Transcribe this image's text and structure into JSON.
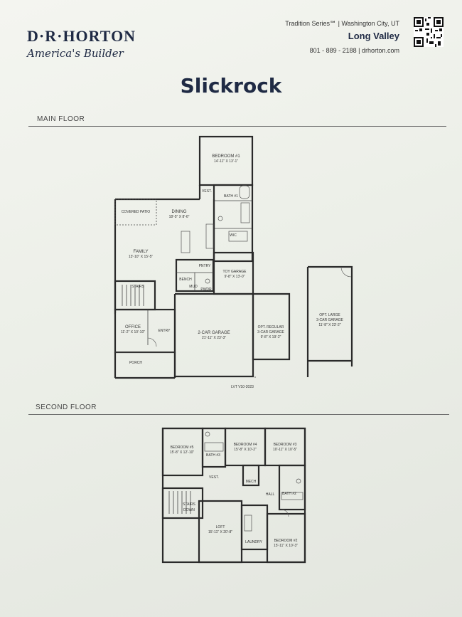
{
  "header": {
    "logo_name": "D·R·HORTON",
    "logo_tagline": "America's Builder",
    "series": "Tradition Series℠  |  Washington City, UT",
    "community": "Long Valley",
    "contact": "801 - 889 - 2188 | drhorton.com"
  },
  "plan_name": "Slickrock",
  "main_floor": {
    "label": "MAIN FLOOR",
    "rooms": {
      "bedroom1": {
        "name": "BEDROOM #1",
        "size": "14'-11\" X 13'-1\""
      },
      "vest": "VEST.",
      "bath1": "BATH #1",
      "covered_patio": "COVERED PATIO",
      "dining": {
        "name": "DINING",
        "size": "18'-5\" X 8'-6\""
      },
      "wic": "WIC",
      "family": {
        "name": "FAMILY",
        "size": "13'-10\" X 15'-5\""
      },
      "pntry": "PNTRY",
      "toy_garage": {
        "name": "TOY GARAGE",
        "size": "9'-8\" X 13'-0\""
      },
      "stairs": "STAIRS",
      "bench": "BENCH",
      "mud": "MUD",
      "pwdr": "PWDR",
      "office": {
        "name": "OFFICE",
        "size": "11'-2\" X 10'-10\""
      },
      "entry": "ENTRY",
      "garage2": {
        "name": "2-CAR GARAGE",
        "size": "21'-11\" X 23'-3\""
      },
      "opt_regular": {
        "name": "OPT. REGULAR",
        "name2": "3-CAR GARAGE",
        "size": "9'-8\" X 19'-2\""
      },
      "opt_large": {
        "name": "OPT. LARGE",
        "name2": "3-CAR GARAGE",
        "size": "11'-8\" X 23'-2\""
      },
      "porch": "PORCH"
    },
    "version": "LVT V10-2023"
  },
  "second_floor": {
    "label": "SECOND FLOOR",
    "rooms": {
      "bedroom5": {
        "name": "BEDROOM #5",
        "size": "15'-8\" X 12'-10\""
      },
      "bath3": "BATH #3",
      "bedroom4": {
        "name": "BEDROOM #4",
        "size": "15'-8\" X 10'-2\""
      },
      "bedroom3": {
        "name": "BEDROOM #3",
        "size": "10'-11\" X 10'-5\""
      },
      "vest": "VEST.",
      "mech": "MECH",
      "hall": "HALL",
      "bath2": "BATH #2",
      "stairs": "STAIRS",
      "down": "DOWN",
      "loft": {
        "name": "LOFT",
        "size": "15'-11\" X 20'-8\""
      },
      "laundry": "LAUNDRY",
      "bedroom2": {
        "name": "BEDROOM #2",
        "size": "15'-11\" X 10'-3\""
      }
    }
  }
}
